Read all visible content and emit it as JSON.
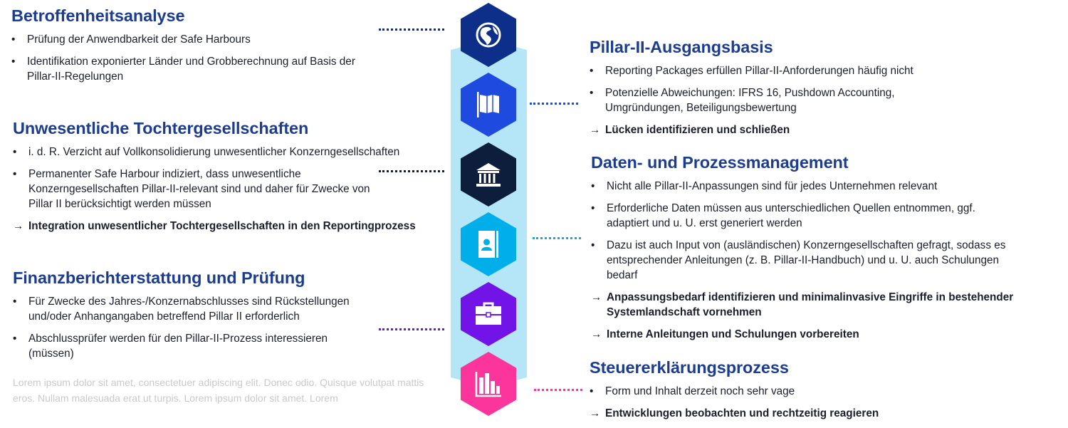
{
  "colors": {
    "title": "#1c3d8f",
    "band": "#b5e6f8",
    "hex": [
      "#0d2f8a",
      "#1e4ae0",
      "#0d1e3d",
      "#00aeea",
      "#7214e8",
      "#fb359c"
    ]
  },
  "icons": [
    "globe-icon",
    "flag-icon",
    "bank-icon",
    "contact-book-icon",
    "briefcase-icon",
    "bar-chart-icon"
  ],
  "ghost_text": "Lorem ipsum dolor sit amet, consectetuer adipiscing elit. Donec odio. Quisque volutpat mattis eros. Nullam malesuada erat ut turpis. Lorem ipsum dolor sit amet. Lorem",
  "sections": [
    {
      "id": "betroffenheitsanalyse",
      "title": "Betroffenheitsanalyse",
      "items": [
        {
          "type": "bullet",
          "lines": [
            "Prüfung der Anwendbarkeit der Safe Harbours"
          ]
        },
        {
          "type": "bullet",
          "lines": [
            "Identifikation exponierter Länder und Grobberechnung auf Basis der",
            "Pillar-II-Regelungen"
          ]
        }
      ]
    },
    {
      "id": "unwesentliche-tochtergesellschaften",
      "title": "Unwesentliche Tochtergesellschaften",
      "items": [
        {
          "type": "bullet",
          "lines": [
            "i. d. R. Verzicht auf Vollkonsolidierung unwesentlicher Konzerngesellschaften"
          ]
        },
        {
          "type": "bullet",
          "lines": [
            "Permanenter Safe Harbour indiziert, dass unwesentliche",
            "Konzerngesellschaften Pillar-II-relevant sind und daher für Zwecke von",
            "Pillar II berücksichtigt werden müssen"
          ]
        },
        {
          "type": "arrow",
          "lines": [
            "Integration unwesentlicher Tochtergesellschaften in den Reportingprozess"
          ]
        }
      ]
    },
    {
      "id": "finanzberichterstattung",
      "title": "Finanzberichterstattung und Prüfung",
      "items": [
        {
          "type": "bullet",
          "lines": [
            "Für Zwecke des Jahres-/Konzernabschlusses sind Rückstellungen",
            "und/oder Anhangangaben betreffend Pillar II erforderlich"
          ]
        },
        {
          "type": "bullet",
          "lines": [
            "Abschlussprüfer werden für den Pillar-II-Prozess interessieren",
            "(müssen)"
          ]
        }
      ]
    },
    {
      "id": "pillar-ii-ausgangsbasis",
      "title": "Pillar-II-Ausgangsbasis",
      "items": [
        {
          "type": "bullet",
          "lines": [
            "Reporting Packages erfüllen Pillar-II-Anforderungen häufig nicht"
          ]
        },
        {
          "type": "bullet",
          "lines": [
            "Potenzielle Abweichungen: IFRS 16, Pushdown Accounting,",
            "Umgründungen, Beteiligungsbewertung"
          ]
        },
        {
          "type": "arrow",
          "lines": [
            "Lücken identifizieren und schließen"
          ]
        }
      ]
    },
    {
      "id": "daten-prozessmanagement",
      "title": "Daten- und Prozessmanagement",
      "items": [
        {
          "type": "bullet",
          "lines": [
            "Nicht alle Pillar-II-Anpassungen sind für jedes Unternehmen relevant"
          ]
        },
        {
          "type": "bullet",
          "lines": [
            "Erforderliche Daten müssen aus unterschiedlichen Quellen entnommen, ggf.",
            "adaptiert und u. U. erst generiert werden"
          ]
        },
        {
          "type": "bullet",
          "lines": [
            "Dazu ist auch Input von (ausländischen) Konzerngesellschaften gefragt, sodass es",
            "entsprechender Anleitungen (z. B. Pillar-II-Handbuch) und u. U. auch Schulungen",
            "bedarf"
          ]
        },
        {
          "type": "arrow",
          "lines": [
            "Anpassungsbedarf identifizieren und minimalinvasive Eingriffe in bestehender",
            "Systemlandschaft vornehmen"
          ]
        },
        {
          "type": "arrow",
          "lines": [
            "Interne Anleitungen und Schulungen vorbereiten"
          ]
        }
      ]
    },
    {
      "id": "steuererklaerungsprozess",
      "title": "Steuererklärungsprozess",
      "items": [
        {
          "type": "bullet",
          "lines": [
            "Form und Inhalt derzeit noch sehr vage"
          ]
        },
        {
          "type": "arrow",
          "lines": [
            "Entwicklungen beobachten und rechtzeitig reagieren"
          ]
        }
      ]
    }
  ],
  "markers": {
    "bullet": "•",
    "arrow": "→"
  }
}
